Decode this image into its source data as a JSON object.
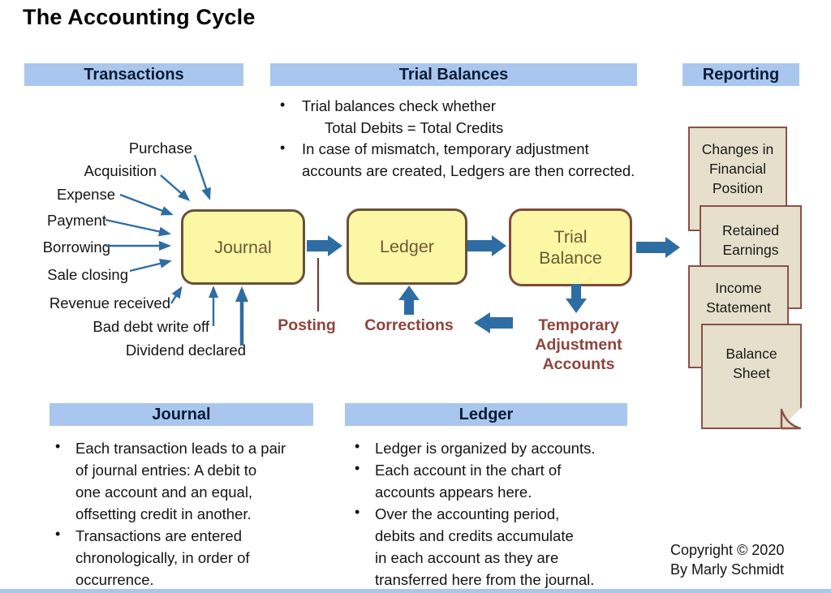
{
  "title": "The Accounting Cycle",
  "colors": {
    "header_bar": "#a9c7ee",
    "arrow_blue": "#2e6da4",
    "box_fill_yellow": "#fbf7a5",
    "box_border_brown": "#6a5137",
    "label_brown": "#8e443c",
    "document_fill": "#e6dfcb",
    "document_border": "#8a5148"
  },
  "sections": {
    "transactions": {
      "header": "Transactions",
      "labels": [
        "Purchase",
        "Acquisition",
        "Expense",
        "Payment",
        "Borrowing",
        "Sale closing",
        "Revenue received",
        "Bad debt write off",
        "Dividend declared"
      ]
    },
    "trial_balances": {
      "header": "Trial Balances",
      "bullet1_line1": "Trial balances check whether",
      "bullet1_line2": "Total Debits = Total Credits",
      "bullet2_line1": "In case of mismatch, temporary adjustment",
      "bullet2_line2": "accounts are created, Ledgers are then corrected."
    },
    "reporting": {
      "header": "Reporting",
      "documents": [
        {
          "lines": [
            "Changes in",
            "Financial",
            "Position"
          ]
        },
        {
          "lines": [
            "Retained",
            "Earnings"
          ]
        },
        {
          "lines": [
            "Income",
            "Statement"
          ]
        },
        {
          "lines": [
            "Balance",
            "Sheet"
          ]
        }
      ]
    },
    "flow": {
      "journal_label": "Journal",
      "ledger_label": "Ledger",
      "trial_balance_lines": [
        "Trial",
        "Balance"
      ],
      "posting_label": "Posting",
      "corrections_label": "Corrections",
      "temporary_lines": [
        "Temporary",
        "Adjustment",
        "Accounts"
      ]
    },
    "journal_detail": {
      "header": "Journal",
      "bullets": [
        {
          "lines": [
            "Each transaction leads to a pair",
            "of journal entries: A debit to",
            "one account and an equal,",
            "offsetting credit in another."
          ]
        },
        {
          "lines": [
            "Transactions are entered",
            "chronologically, in order of",
            "occurrence."
          ]
        }
      ]
    },
    "ledger_detail": {
      "header": "Ledger",
      "bullets": [
        {
          "lines": [
            "Ledger is organized by accounts."
          ]
        },
        {
          "lines": [
            "Each account in the chart of",
            "accounts appears here."
          ]
        },
        {
          "lines": [
            "Over the accounting period,",
            "debits and credits accumulate",
            "in each account as they are",
            "transferred here from the journal."
          ]
        }
      ]
    }
  },
  "footer": {
    "line1": "Copyright © 2020",
    "line2": "By Marly Schmidt"
  }
}
